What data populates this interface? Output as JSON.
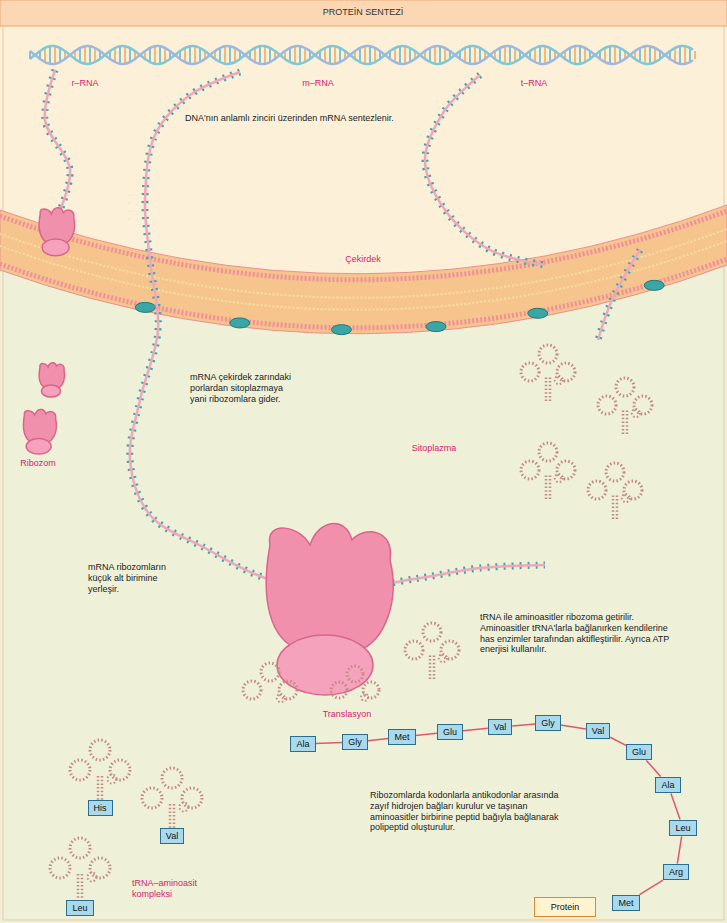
{
  "diagram": {
    "title": "PROTEİN SENTEZİ",
    "nodes": [
      {
        "text": [
          "Ala"
        ]
      },
      {
        "text": [
          "Gly"
        ]
      },
      {
        "text": [
          "Met"
        ]
      },
      {
        "text": [
          "Glu"
        ]
      },
      {
        "text": [
          "Val"
        ]
      },
      {
        "text": [
          "Gly"
        ]
      },
      {
        "text": [
          "Val"
        ]
      },
      {
        "text": [
          "Glu"
        ]
      },
      {
        "text": [
          "Ala"
        ]
      },
      {
        "text": [
          "Leu"
        ]
      },
      {
        "text": [
          "Arg"
        ]
      },
      {
        "text": [
          "Met"
        ]
      },
      {
        "text": [
          "Protein"
        ]
      },
      {
        "text": [
          "His"
        ]
      },
      {
        "text": [
          "Val"
        ]
      },
      {
        "text": [
          "Leu"
        ]
      }
    ],
    "edges": [
      {
        "from": 0,
        "to": 1,
        "arrow": "none"
      },
      {
        "from": 1,
        "to": 2,
        "arrow": "none"
      },
      {
        "from": 2,
        "to": 3,
        "arrow": "none"
      },
      {
        "from": 3,
        "to": 4,
        "arrow": "none"
      },
      {
        "from": 4,
        "to": 5,
        "arrow": "none"
      },
      {
        "from": 5,
        "to": 6,
        "arrow": "none"
      },
      {
        "from": 6,
        "to": 7,
        "arrow": "none"
      },
      {
        "from": 7,
        "to": 8,
        "arrow": "none"
      },
      {
        "from": 8,
        "to": 9,
        "arrow": "none"
      },
      {
        "from": 9,
        "to": 10,
        "arrow": "none"
      },
      {
        "from": 10,
        "to": 11,
        "arrow": "none"
      }
    ],
    "labels": [
      "r–RNA",
      "m–RNA",
      "t–RNA",
      "DNA'nın anlamlı zinciri üzerinden mRNA sentezlenir.",
      "Çekirdek",
      "Ribozom",
      "mRNA çekirdek zarındaki porlardan sitoplazmaya yani ribozomlara gider.",
      "Sitoplazma",
      "mRNA ribozomların küçük alt birimine yerleşir.",
      "tRNA ile aminoasitler ribozoma getirilir. Aminoasitler tRNA'larla bağlanırken kendilerine has enzimler tarafından aktifleştirilir. Ayrıca ATP enerjisi kullanılır.",
      "Translasyon",
      "Ribozomlarda kodonlarla antikodonlar arasında zayıf hidrojen bağları kurulur ve taşınan aminoasitler birbirine peptid bağıyla bağlanarak polipeptid oluşturulur.",
      "tRNA–aminoasit kompleksi"
    ]
  }
}
